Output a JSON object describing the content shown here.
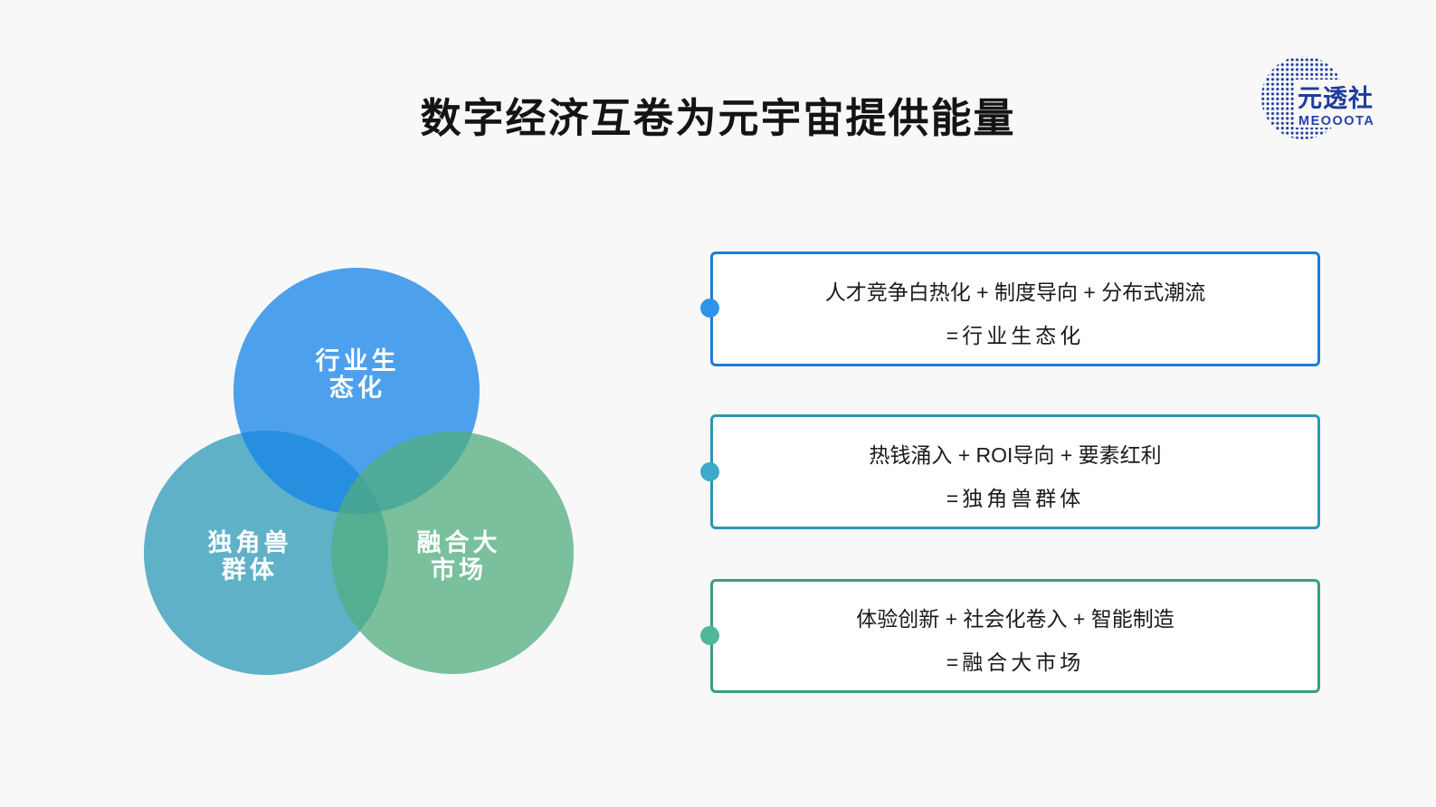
{
  "title": "数字经济互卷为元宇宙提供能量",
  "logo": {
    "brand": "元透社",
    "brand_latin": "MEOOOTA",
    "color": "#1e3c9c",
    "latin_color": "#2343ae"
  },
  "venn": {
    "circles": [
      {
        "id": "industry-ecology",
        "lines": [
          "行业生",
          "态化"
        ],
        "fill": "rgba(20,132,232,0.75)"
      },
      {
        "id": "unicorn-group",
        "lines": [
          "独角兽",
          "群体"
        ],
        "fill": "rgba(68,165,192,0.85)"
      },
      {
        "id": "fusion-market",
        "lines": [
          "融合大",
          "市场"
        ],
        "fill": "rgba(80,173,127,0.75)"
      }
    ]
  },
  "boxes": [
    {
      "line1": "人才竞争白热化 + 制度导向 + 分布式潮流",
      "line2": "=行业生态化",
      "border_color": "#1b7dd8",
      "dot_color": "#2e93ea"
    },
    {
      "line1": "热钱涌入 + ROI导向 + 要素红利",
      "line2": "=独角兽群体",
      "border_color": "#2e96b5",
      "dot_color": "#3caac8"
    },
    {
      "line1": "体验创新 + 社会化卷入 + 智能制造",
      "line2": "=融合大市场",
      "border_color": "#3a9c82",
      "dot_color": "#4fb79c"
    }
  ],
  "colors": {
    "background": "#f8f8f8",
    "title_text": "#141414",
    "box_text": "#1a1a1a",
    "circle_label": "#ffffff"
  }
}
